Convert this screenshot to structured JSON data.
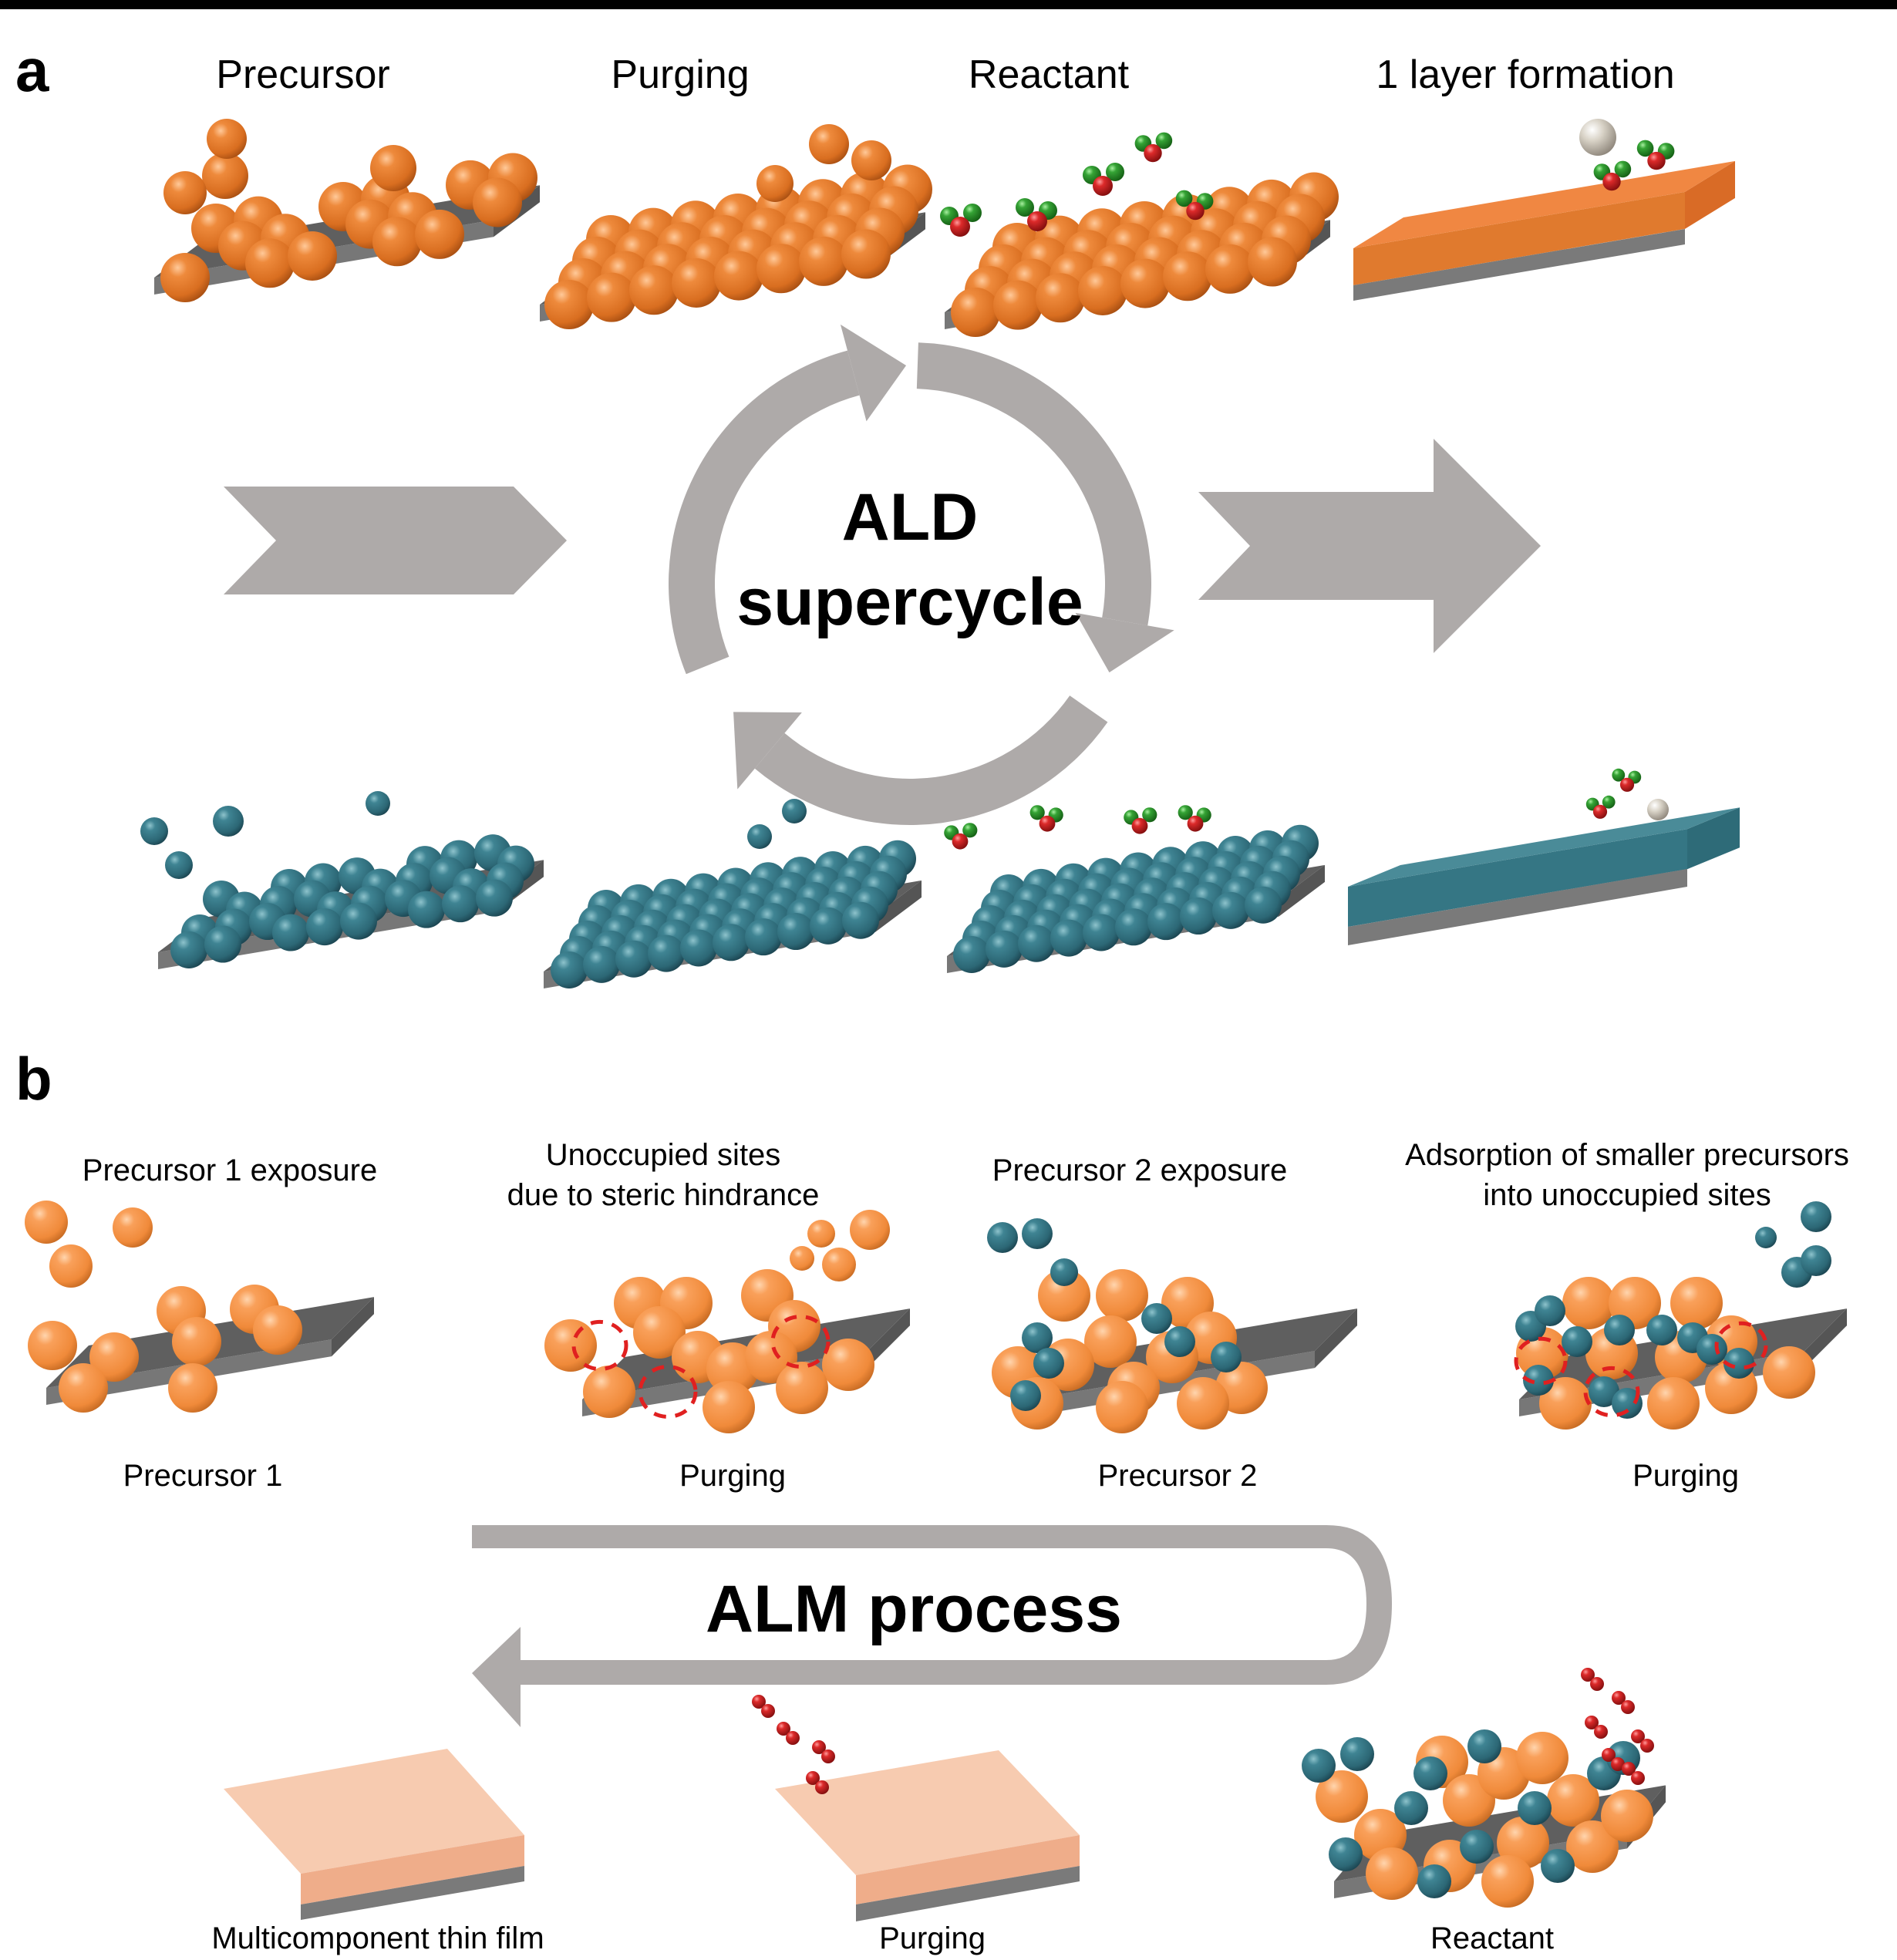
{
  "figure": {
    "panel_a": {
      "letter": "a",
      "step_labels": [
        "Precursor",
        "Purging",
        "Reactant",
        "1 layer formation"
      ],
      "cycle_title_line1": "ALD",
      "cycle_title_line2": "supercycle",
      "rows": [
        {
          "material": "precursor A",
          "color": "#e07a2e"
        },
        {
          "material": "precursor B",
          "color": "#2f6e7c"
        }
      ]
    },
    "panel_b": {
      "letter": "b",
      "top_captions": [
        [
          "Precursor 1 exposure"
        ],
        [
          "Unoccupied sites",
          "due to steric hindrance"
        ],
        [
          "Precursor 2 exposure"
        ],
        [
          "Adsorption of smaller precursors",
          "into unoccupied sites"
        ]
      ],
      "step_labels_row1": [
        "Precursor 1",
        "Purging",
        "Precursor 2",
        "Purging"
      ],
      "process_title": "ALM process",
      "step_labels_row2": [
        "Multicomponent thin film",
        "Purging",
        "Reactant"
      ]
    },
    "colors": {
      "precursor_orange": "#e07a2e",
      "precursor_orange_light": "#f39447",
      "precursor_teal": "#2f6e7c",
      "reactant_green": "#2f9a2f",
      "reactant_red": "#d42424",
      "substrate_gray": "#6b6b6b",
      "arrow_gray": "#aeaaa9",
      "film_orange": "#f08742",
      "film_teal": "#4a8b98",
      "film_peach": "#f5bfa0",
      "dashed_marker": "#e02020"
    }
  }
}
